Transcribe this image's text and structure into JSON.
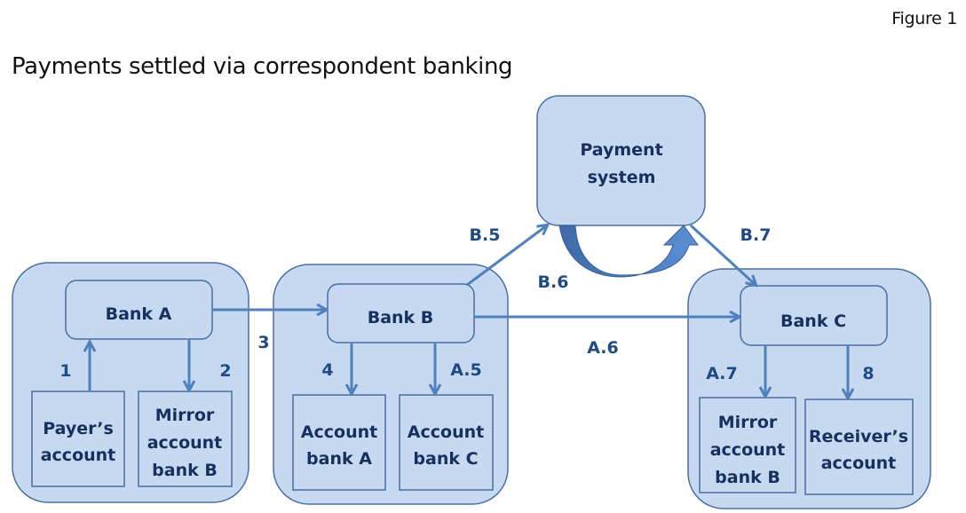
{
  "figure_label": "Figure 1",
  "title": "Payments settled via correspondent banking",
  "colors": {
    "fill": "#c6d9f0",
    "stroke": "#4a6fa0",
    "arrow": "#4f81bd",
    "text": "#17305e",
    "label": "#1f4a84"
  },
  "nodes": {
    "payment_system": [
      "Payment",
      "system"
    ],
    "bank_a": "Bank A",
    "bank_b": "Bank B",
    "bank_c": "Bank C",
    "payers_account": [
      "Payer’s",
      "account"
    ],
    "mirror_b_in_a": [
      "Mirror",
      "account",
      "bank B"
    ],
    "account_bank_a": [
      "Account",
      "bank A"
    ],
    "account_bank_c": [
      "Account",
      "bank C"
    ],
    "mirror_b_in_c": [
      "Mirror",
      "account",
      "bank B"
    ],
    "receivers_account": [
      "Receiver’s",
      "account"
    ]
  },
  "edges": {
    "e1": "1",
    "e2": "2",
    "e3": "3",
    "e4": "4",
    "a5": "A.5",
    "a6": "A.6",
    "a7": "A.7",
    "b5": "B.5",
    "b6": "B.6",
    "b7": "B.7",
    "e8": "8"
  }
}
